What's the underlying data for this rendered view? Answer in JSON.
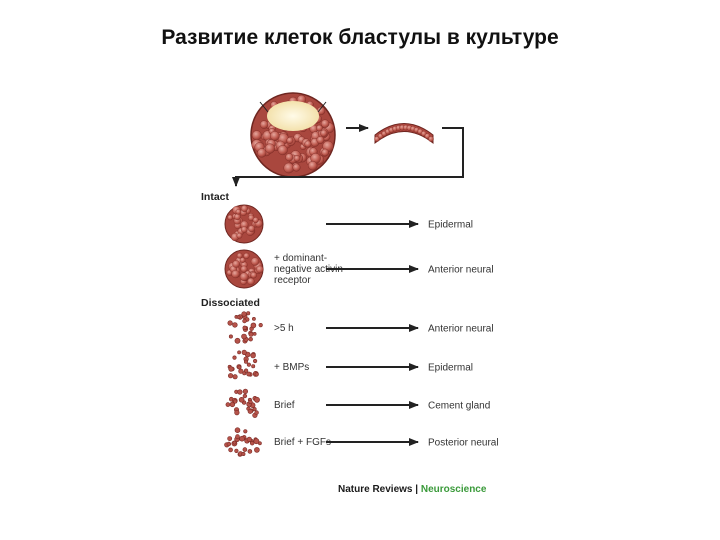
{
  "title": "Развитие клеток бластулы в культуре",
  "sections": {
    "intact": "Intact",
    "dissociated": "Dissociated"
  },
  "rows": [
    {
      "condition": [
        ""
      ],
      "outcome": "Epidermal"
    },
    {
      "condition": [
        "+ dominant-",
        "negative activin",
        "receptor"
      ],
      "outcome": "Anterior neural"
    },
    {
      "condition": [
        ">5 h"
      ],
      "outcome": "Anterior neural"
    },
    {
      "condition": [
        "+ BMPs"
      ],
      "outcome": "Epidermal"
    },
    {
      "condition": [
        "Brief"
      ],
      "outcome": "Cement gland"
    },
    {
      "condition": [
        "Brief + FGFs"
      ],
      "outcome": "Posterior neural"
    }
  ],
  "credit": {
    "journal": "Nature Reviews",
    "separator": " | ",
    "section": "Neuroscience",
    "journal_color": "#1a1a1a",
    "section_color": "#3a9a3a"
  },
  "colors": {
    "cell_fill": "#b5534a",
    "cell_stroke": "#7a2a24",
    "arrow": "#222222",
    "cavity": "#f6e7b8"
  }
}
